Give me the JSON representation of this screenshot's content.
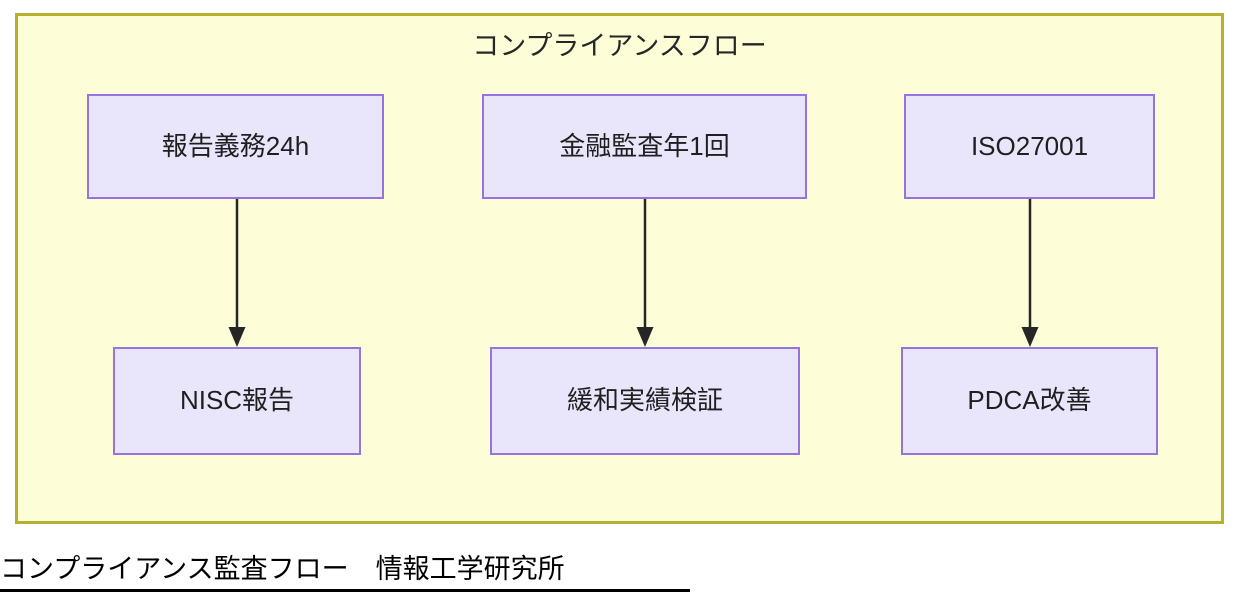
{
  "diagram": {
    "title": "コンプライアンスフロー",
    "container_bg": "#fdfdd8",
    "container_border": "#b5b02e",
    "node_bg": "#e9e6fb",
    "node_border": "#9673de",
    "arrow_color": "#262626",
    "nodes": [
      {
        "id": "report-duty",
        "label": "報告義務24h",
        "row": "top",
        "column": 1
      },
      {
        "id": "finance-audit",
        "label": "金融監査年1回",
        "row": "top",
        "column": 2
      },
      {
        "id": "iso27001",
        "label": "ISO27001",
        "row": "top",
        "column": 3
      },
      {
        "id": "nisc-report",
        "label": "NISC報告",
        "row": "bottom",
        "column": 1
      },
      {
        "id": "mitigation",
        "label": "緩和実績検証",
        "row": "bottom",
        "column": 2
      },
      {
        "id": "pdca",
        "label": "PDCA改善",
        "row": "bottom",
        "column": 3
      }
    ],
    "edges": [
      {
        "from": "report-duty",
        "to": "nisc-report",
        "direction": "down"
      },
      {
        "from": "finance-audit",
        "to": "mitigation",
        "direction": "down"
      },
      {
        "from": "iso27001",
        "to": "pdca",
        "direction": "down"
      }
    ]
  },
  "caption": {
    "text": "コンプライアンス監査フロー　情報工学研究所"
  }
}
